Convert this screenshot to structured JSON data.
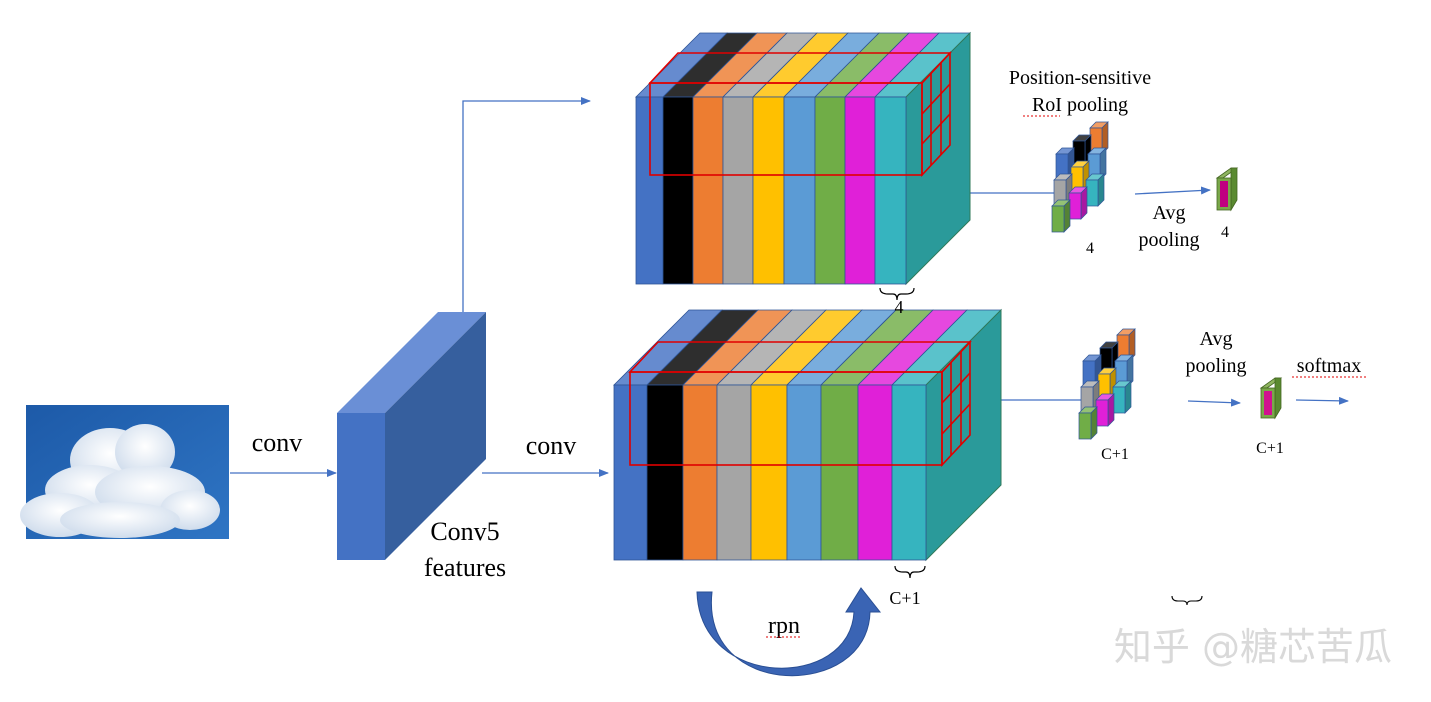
{
  "labels": {
    "conv1": "conv",
    "conv5_line1": "Conv5",
    "conv5_line2": "features",
    "conv2": "conv",
    "rpn": "rpn",
    "group_top": "4",
    "group_bottom": "C+1",
    "ps_line1": "Position-sensitive",
    "ps_line2": "RoI pooling",
    "top_small_count": "4",
    "top_avg_line1": "Avg",
    "top_avg_line2": "pooling",
    "top_out_count": "4",
    "bot_avg_line1": "Avg",
    "bot_avg_line2": "pooling",
    "softmax": "softmax",
    "bot_small_count": "C+1",
    "bot_out_count": "C+1",
    "watermark": "知乎 @糖芯苦瓜"
  },
  "slab_colors": [
    "#4472c4",
    "#000000",
    "#ed7d31",
    "#a5a5a5",
    "#ffc000",
    "#5b9bd5",
    "#70ad47",
    "#e020d8",
    "#36b4bf",
    "#2a9a9a"
  ],
  "colors": {
    "conv5_front": "#4472c4",
    "conv5_side": "#365f9e",
    "conv5_top": "#6a8fd6",
    "roi_box": "#e00000",
    "arrow": "#4472c4",
    "rpn_arrow": "#3a64b4",
    "sky": "#1d5aa8",
    "output_top": "#c00080",
    "output_bottom": "#d0108f"
  }
}
